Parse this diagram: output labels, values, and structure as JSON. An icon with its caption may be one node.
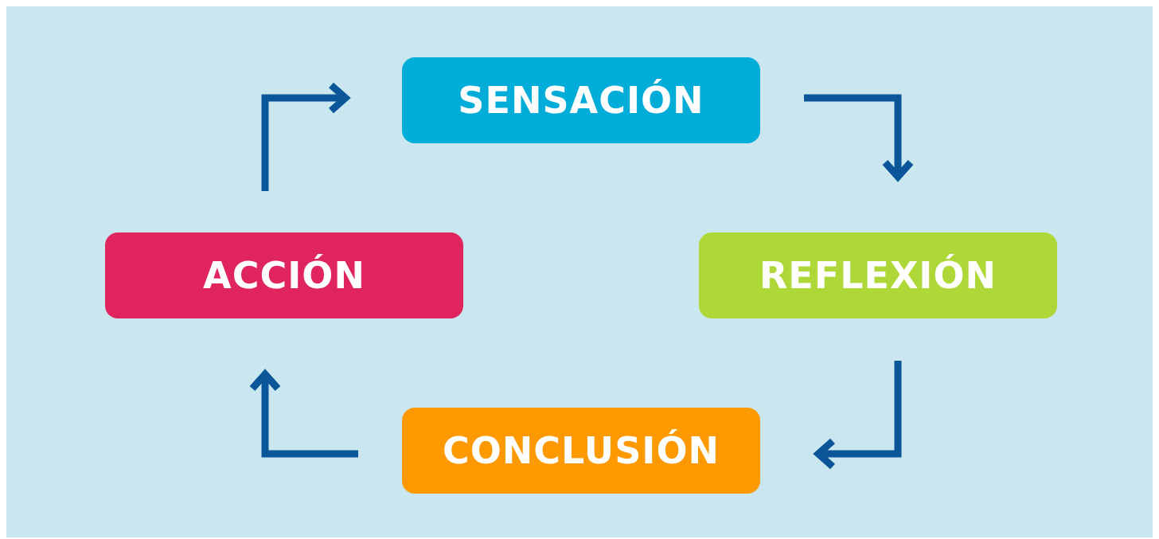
{
  "diagram": {
    "nodes": [
      {
        "text": [
          "SENSACIÓN"
        ]
      },
      {
        "text": [
          "REFLEXIÓN"
        ]
      },
      {
        "text": [
          "CONCLUSIÓN"
        ]
      },
      {
        "text": [
          "ACCIÓN"
        ]
      }
    ],
    "edges": [
      {
        "from": 0,
        "to": 1,
        "arrow": "to"
      },
      {
        "from": 1,
        "to": 2,
        "arrow": "to"
      },
      {
        "from": 2,
        "to": 3,
        "arrow": "to"
      },
      {
        "from": 3,
        "to": 0,
        "arrow": "to"
      }
    ]
  }
}
